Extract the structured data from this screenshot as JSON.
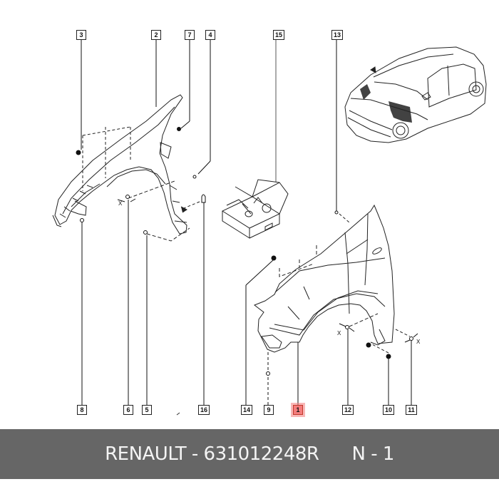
{
  "footer": {
    "brand": "RENAULT",
    "separator": "-",
    "part_number": "631012248R",
    "position_label": "N - 1",
    "background": "#666666"
  },
  "diagram": {
    "description": "Exploded parts diagram of front fender (wing) assembly with car locator view",
    "highlight_color": "#f47c7c",
    "highlighted_callout": "1",
    "top_callouts": [
      {
        "id": "3",
        "label": "3"
      },
      {
        "id": "2",
        "label": "2"
      },
      {
        "id": "7",
        "label": "7"
      },
      {
        "id": "4",
        "label": "4"
      },
      {
        "id": "15",
        "label": "15"
      },
      {
        "id": "13",
        "label": "13"
      }
    ],
    "bottom_callouts": [
      {
        "id": "8",
        "label": "8"
      },
      {
        "id": "6",
        "label": "6"
      },
      {
        "id": "5",
        "label": "5"
      },
      {
        "id": "16",
        "label": "16"
      },
      {
        "id": "14",
        "label": "14"
      },
      {
        "id": "9",
        "label": "9"
      },
      {
        "id": "1",
        "label": "1"
      },
      {
        "id": "12",
        "label": "12"
      },
      {
        "id": "10",
        "label": "10"
      },
      {
        "id": "11",
        "label": "11"
      }
    ],
    "dimension_marks": [
      "X",
      "X",
      "X"
    ]
  }
}
